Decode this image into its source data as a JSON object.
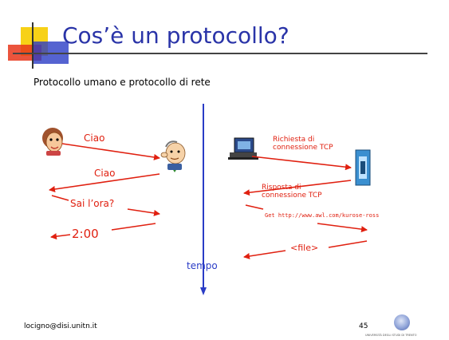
{
  "slide": {
    "title": "Cos’è un protocollo?",
    "subtitle": "Protocollo umano e protocollo di rete",
    "footer_email": "locigno@disi.unitn.it",
    "page_number": "45",
    "seal_text": "UNIVERSITÀ DEGLI STUDI DI TRENTO"
  },
  "human": {
    "msg_ciao_1": "Ciao",
    "msg_ciao_2": "Ciao",
    "msg_ora": "Sai l’ora?",
    "msg_time": "2:00"
  },
  "network": {
    "request_line1": "Richiesta di",
    "request_line2": "connessione TCP",
    "response_line1": "Risposta di",
    "response_line2": "connessione TCP",
    "get_line": "Get http://www.awl.com/kurose-ross",
    "file": "<file>"
  },
  "timeline": {
    "label": "tempo"
  },
  "colors": {
    "title": "#2a34a8",
    "arrows": "#e02010",
    "timeline": "#2a3cc6"
  }
}
